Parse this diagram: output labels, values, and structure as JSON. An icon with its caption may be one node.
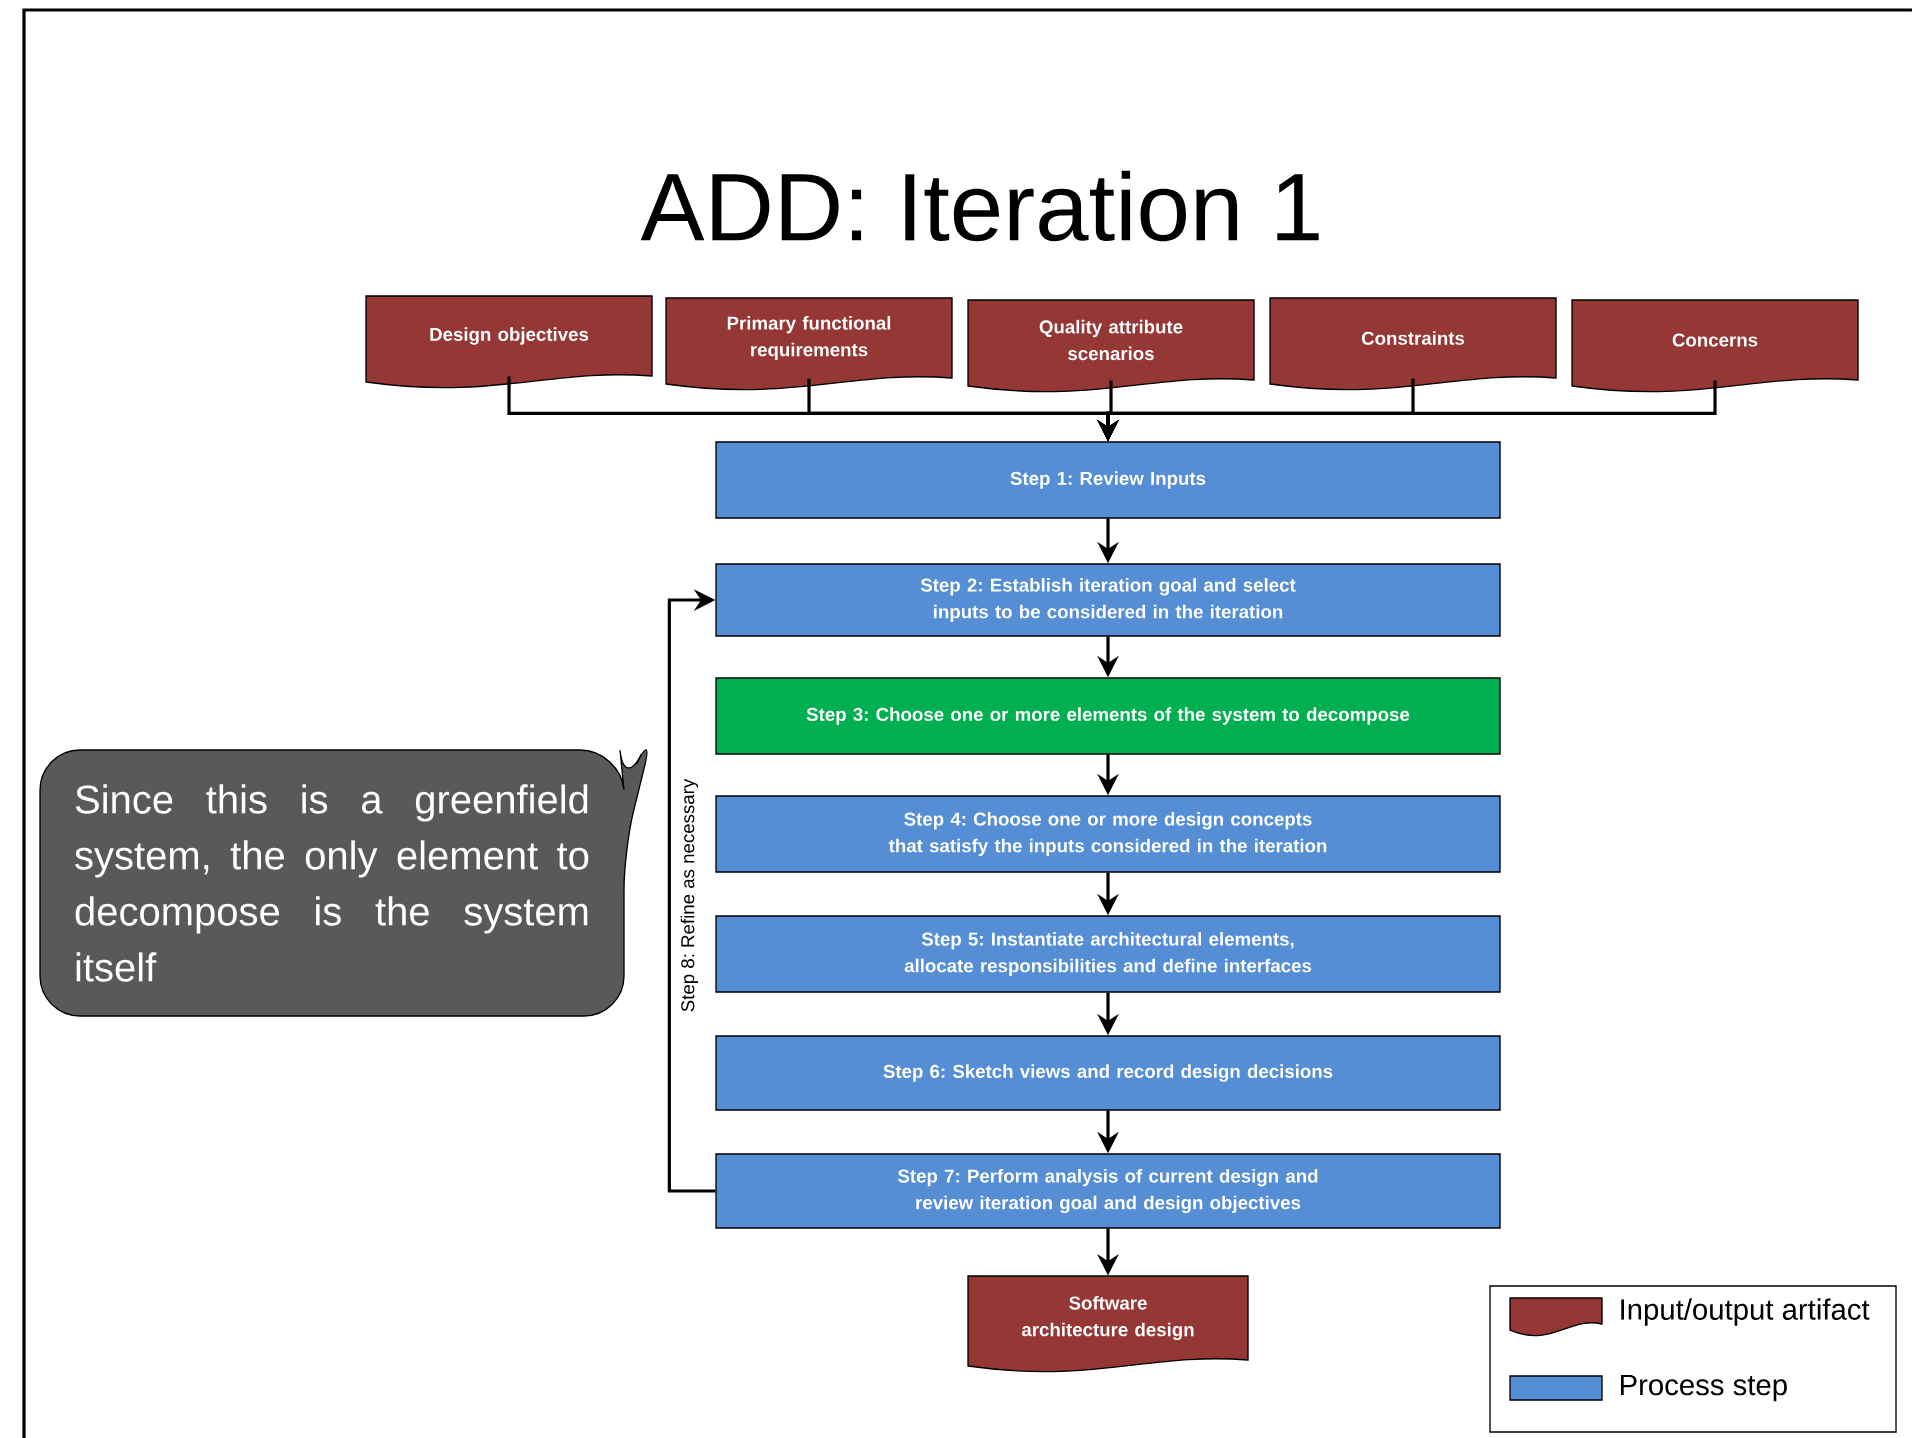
{
  "diagram": {
    "title": "ADD: Iteration 1",
    "nodes": [
      {
        "text": [
          "Design objectives"
        ]
      },
      {
        "text": [
          "Primary functional requirements"
        ]
      },
      {
        "text": [
          "Quality attribute scenarios"
        ]
      },
      {
        "text": [
          "Constraints"
        ]
      },
      {
        "text": [
          "Concerns"
        ]
      },
      {
        "text": [
          "Step 1: Review Inputs"
        ]
      },
      {
        "text": [
          "Step 2: Establish iteration goal and select inputs to be considered in the iteration"
        ]
      },
      {
        "text": [
          "Step 3: Choose one or more elements of the system to decompose"
        ]
      },
      {
        "text": [
          "Step 4: Choose one or more design concepts that satisfy the inputs considered in the iteration"
        ]
      },
      {
        "text": [
          "Step 5: Instantiate architectural elements, allocate responsibilities and define interfaces"
        ]
      },
      {
        "text": [
          "Step 6: Sketch views and record design decisions"
        ]
      },
      {
        "text": [
          "Step 7: Perform analysis of current design and review iteration goal and design objectives"
        ]
      },
      {
        "text": [
          "Software architecture design"
        ]
      },
      {
        "text": [
          "Since this is a greenfield system, the only element to decompose is the system itself"
        ]
      }
    ],
    "edges": [
      {
        "from": 0,
        "to": 5,
        "arrow": "to"
      },
      {
        "from": 1,
        "to": 5,
        "arrow": "to"
      },
      {
        "from": 2,
        "to": 5,
        "arrow": "to"
      },
      {
        "from": 3,
        "to": 5,
        "arrow": "to"
      },
      {
        "from": 4,
        "to": 5,
        "arrow": "to"
      },
      {
        "from": 5,
        "to": 6,
        "arrow": "to"
      },
      {
        "from": 6,
        "to": 7,
        "arrow": "to"
      },
      {
        "from": 7,
        "to": 8,
        "arrow": "to"
      },
      {
        "from": 8,
        "to": 9,
        "arrow": "to"
      },
      {
        "from": 9,
        "to": 10,
        "arrow": "to"
      },
      {
        "from": 10,
        "to": 11,
        "arrow": "to"
      },
      {
        "from": 11,
        "to": 12,
        "arrow": "to"
      },
      {
        "from": 11,
        "to": 6,
        "arrow": "to",
        "label": "Step 8: Refine as necessary"
      }
    ],
    "legend": [
      {
        "text": "Input/output artifact",
        "color": "#953735"
      },
      {
        "text": "Process step",
        "color": "#558ed5"
      }
    ]
  }
}
